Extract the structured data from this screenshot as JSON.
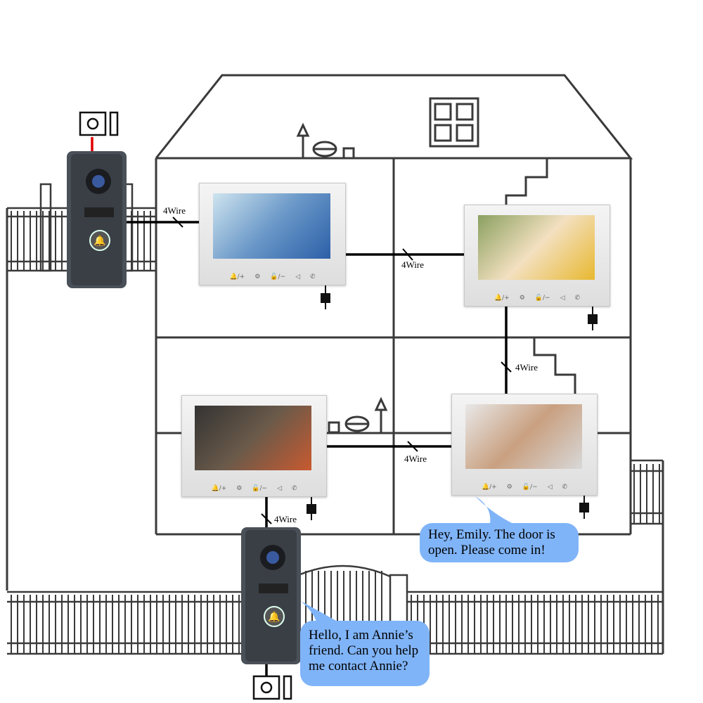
{
  "wires": [
    {
      "label": "4Wire"
    },
    {
      "label": "4Wire"
    },
    {
      "label": "4Wire"
    },
    {
      "label": "4Wire"
    },
    {
      "label": "4Wire"
    }
  ],
  "monitor_buttons": [
    "bell-plus",
    "settings",
    "unlock-minus",
    "intercom",
    "call"
  ],
  "monitor_button_glyphs": [
    "🔔/+",
    "⚙",
    "🔓/−",
    "◁",
    "✆"
  ],
  "bubbles": {
    "monitor": "Hey, Emily. The door is open. Please come in!",
    "doorbell": "Hello, I am Annie’s friend. Can you help me contact Annie?"
  },
  "colors": {
    "bubble": "#80b4f8",
    "line": "#3a3a3a",
    "wire": "#000000",
    "power": "#e00000"
  }
}
